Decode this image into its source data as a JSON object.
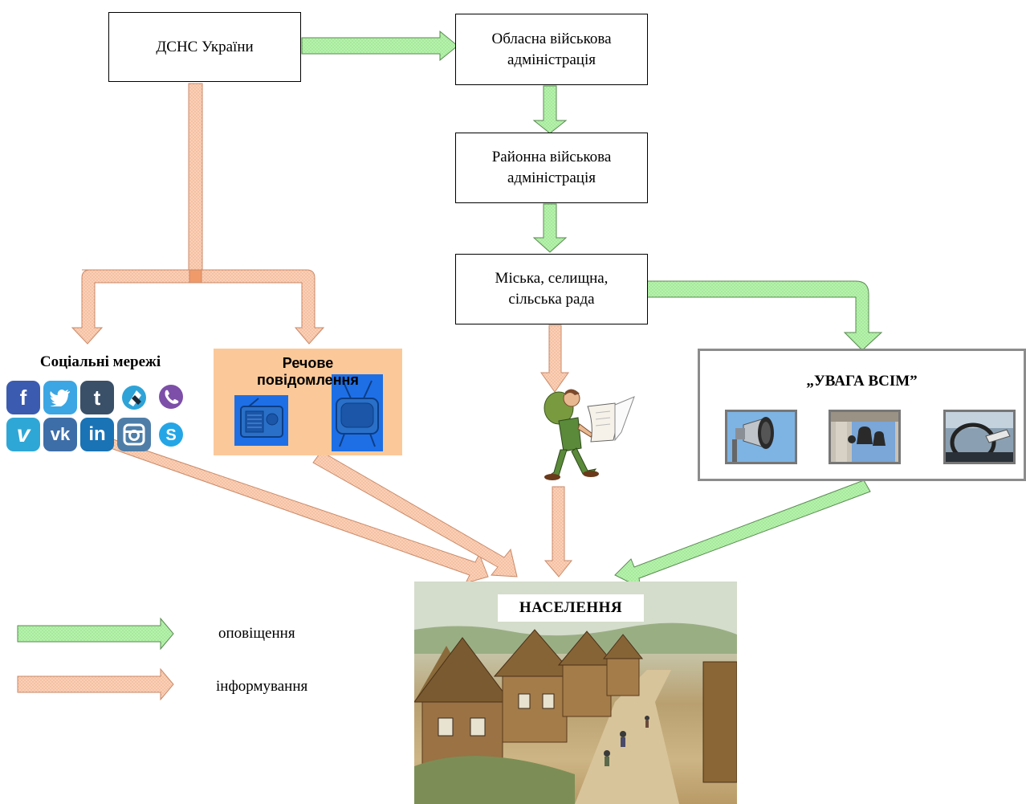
{
  "nodes": {
    "dsns": "ДСНС України",
    "oblast_admin": "Обласна військова\nадміністрація",
    "raion_admin": "Районна військова\nадміністрація",
    "local_council": "Міська, селищна,\nсільська рада",
    "social_networks": "Соціальні мережі",
    "voice_message": "Речове\nповідомлення",
    "attention_all": "„УВАГА ВСІМ”",
    "population": "НАСЕЛЕННЯ"
  },
  "legend": {
    "notification": "оповіщення",
    "informing": "інформування"
  },
  "colors": {
    "notification_arrow": "#a9f0a0",
    "informing_arrow": "#f8c6a8",
    "voice_block": "#fbc999"
  },
  "social_icons": [
    "facebook-icon",
    "twitter-icon",
    "tumblr-icon",
    "periscope-icon",
    "viber-icon",
    "vimeo-icon",
    "vk-icon",
    "linkedin-icon",
    "instagram-icon",
    "skype-icon"
  ],
  "voice_devices": [
    "radio-icon",
    "tv-icon"
  ],
  "alert_devices": [
    "siren-icon",
    "bells-icon",
    "car-signal-icon"
  ]
}
